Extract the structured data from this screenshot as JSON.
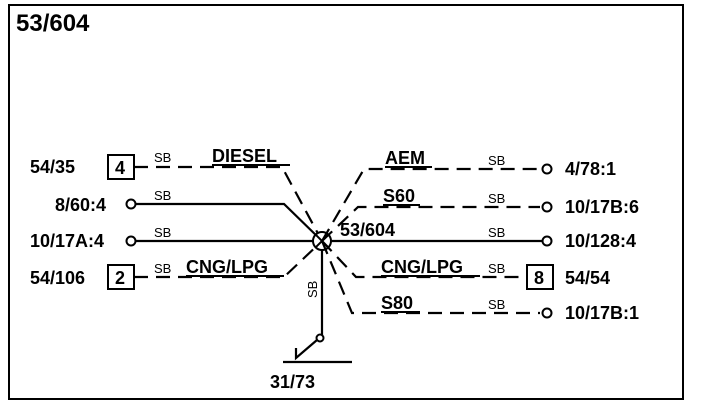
{
  "diagram": {
    "title": "53/604",
    "splice_label": "53/604",
    "left_labels": {
      "c1": "54/35",
      "c2": "8/60:4",
      "c3": "10/17A:4",
      "c4": "54/106"
    },
    "right_labels": {
      "c1": "4/78:1",
      "c2": "10/17B:6",
      "c3": "10/128:4",
      "c4": "54/54",
      "c5": "10/17B:1"
    },
    "ground_label": "31/73",
    "box_numbers": {
      "left_top": "4",
      "left_bottom": "2",
      "right": "8"
    },
    "variant_labels": {
      "diesel": "DIESEL",
      "cng_left": "CNG/LPG",
      "aem": "AEM",
      "s60": "S60",
      "cng_right": "CNG/LPG",
      "s80": "S80"
    },
    "wire_color": "SB"
  }
}
